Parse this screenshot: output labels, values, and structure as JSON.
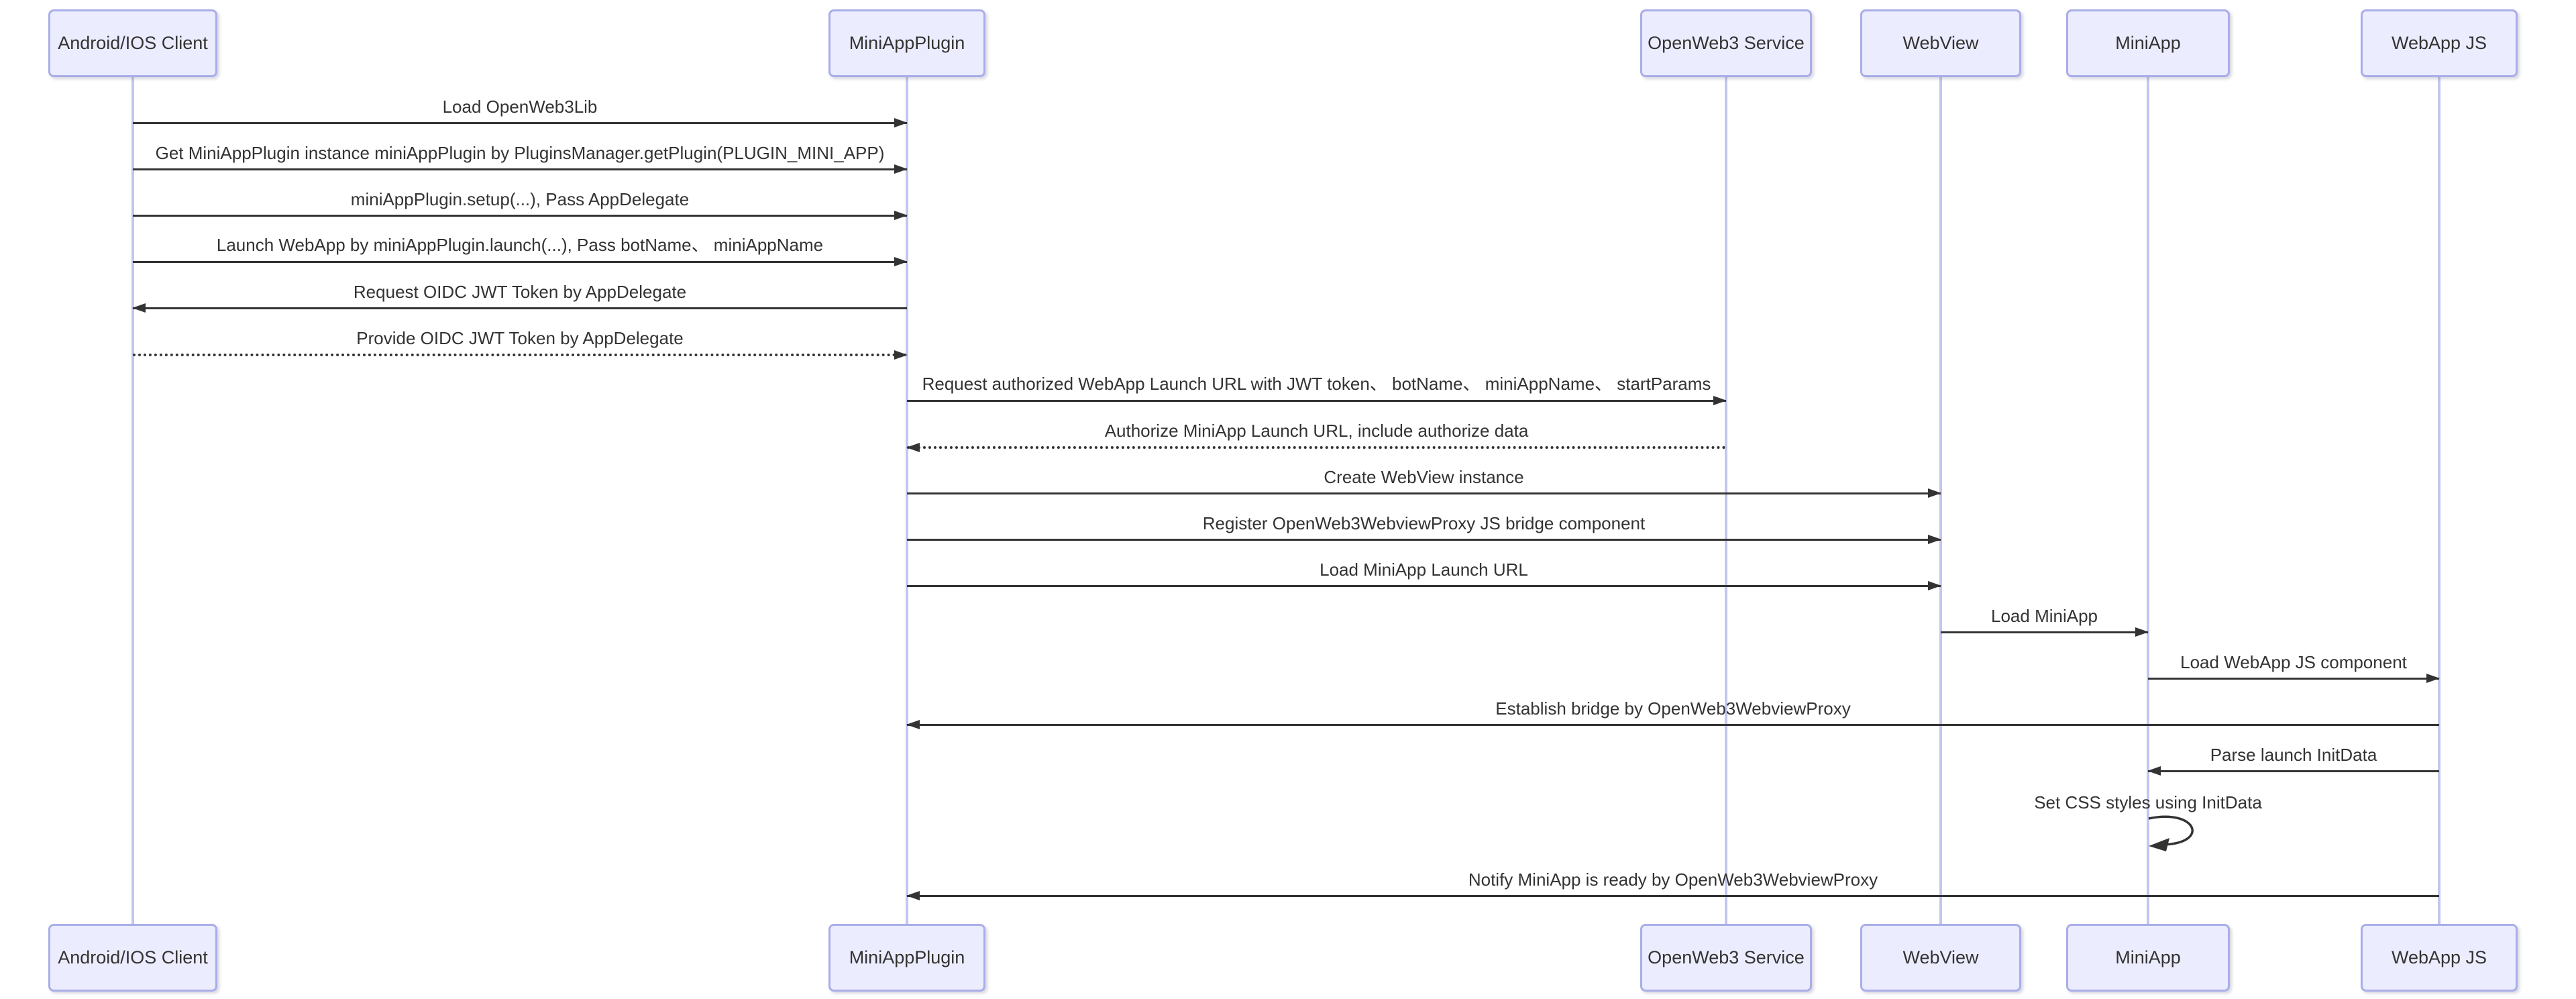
{
  "diagram": {
    "type": "sequence",
    "colors": {
      "page_bg": "#ffffff",
      "actor_fill": "#ECECFF",
      "actor_border": "#a9aee8",
      "lifeline": "#c3c6f1",
      "arrow": "#333333",
      "text": "#333333"
    },
    "actors": [
      {
        "id": "client",
        "label": "Android/IOS Client"
      },
      {
        "id": "plugin",
        "label": "MiniAppPlugin"
      },
      {
        "id": "service",
        "label": "OpenWeb3 Service"
      },
      {
        "id": "webview",
        "label": "WebView"
      },
      {
        "id": "miniapp",
        "label": "MiniApp"
      },
      {
        "id": "webappjs",
        "label": "WebApp JS"
      }
    ],
    "messages": [
      {
        "from": "client",
        "to": "plugin",
        "line": "solid",
        "label": "Load OpenWeb3Lib"
      },
      {
        "from": "client",
        "to": "plugin",
        "line": "solid",
        "label": "Get MiniAppPlugin instance miniAppPlugin by PluginsManager.getPlugin(PLUGIN_MINI_APP)"
      },
      {
        "from": "client",
        "to": "plugin",
        "line": "solid",
        "label": "miniAppPlugin.setup(...), Pass AppDelegate"
      },
      {
        "from": "client",
        "to": "plugin",
        "line": "solid",
        "label": "Launch WebApp by miniAppPlugin.launch(...), Pass botName、 miniAppName"
      },
      {
        "from": "plugin",
        "to": "client",
        "line": "solid",
        "label": "Request OIDC JWT Token by AppDelegate"
      },
      {
        "from": "client",
        "to": "plugin",
        "line": "dotted",
        "label": "Provide OIDC JWT Token by AppDelegate"
      },
      {
        "from": "plugin",
        "to": "service",
        "line": "solid",
        "label": "Request authorized WebApp Launch URL with JWT token、 botName、 miniAppName、 startParams"
      },
      {
        "from": "service",
        "to": "plugin",
        "line": "dotted",
        "label": "Authorize MiniApp Launch URL, include authorize data"
      },
      {
        "from": "plugin",
        "to": "webview",
        "line": "solid",
        "label": "Create WebView instance"
      },
      {
        "from": "plugin",
        "to": "webview",
        "line": "solid",
        "label": "Register OpenWeb3WebviewProxy JS bridge component"
      },
      {
        "from": "plugin",
        "to": "webview",
        "line": "solid",
        "label": "Load MiniApp Launch URL"
      },
      {
        "from": "webview",
        "to": "miniapp",
        "line": "solid",
        "label": "Load MiniApp"
      },
      {
        "from": "miniapp",
        "to": "webappjs",
        "line": "solid",
        "label": "Load WebApp JS component"
      },
      {
        "from": "webappjs",
        "to": "plugin",
        "line": "solid",
        "label": "Establish bridge by OpenWeb3WebviewProxy"
      },
      {
        "from": "webappjs",
        "to": "miniapp",
        "line": "solid",
        "label": "Parse launch InitData"
      },
      {
        "from": "miniapp",
        "to": "miniapp",
        "line": "self",
        "label": "Set CSS styles using InitData"
      },
      {
        "from": "webappjs",
        "to": "plugin",
        "line": "solid",
        "label": "Notify MiniApp is ready by OpenWeb3WebviewProxy"
      }
    ]
  }
}
